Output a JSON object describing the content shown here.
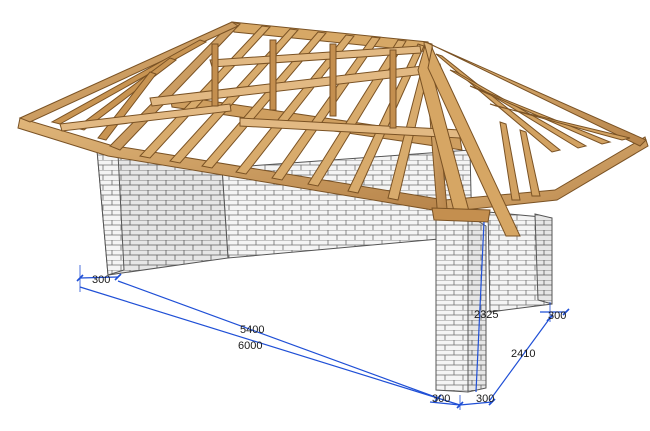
{
  "colors": {
    "background": "#ffffff",
    "wood": "#c99a5b",
    "wood_dark": "#8a5e2a",
    "wood_light": "#e3bd85",
    "brick": "#f2f2f2",
    "brick_line": "#6b6b6b",
    "dimension_line": "#1f4fd6",
    "dimension_text": "#1a1a1a"
  },
  "dimensions": {
    "left_wall_thickness": "300",
    "inner_length": "5400",
    "outer_length": "6000",
    "front_post_width_a": "300",
    "front_post_width_b": "300",
    "post_height": "2325",
    "side_depth": "2410",
    "back_right_thickness": "300"
  }
}
